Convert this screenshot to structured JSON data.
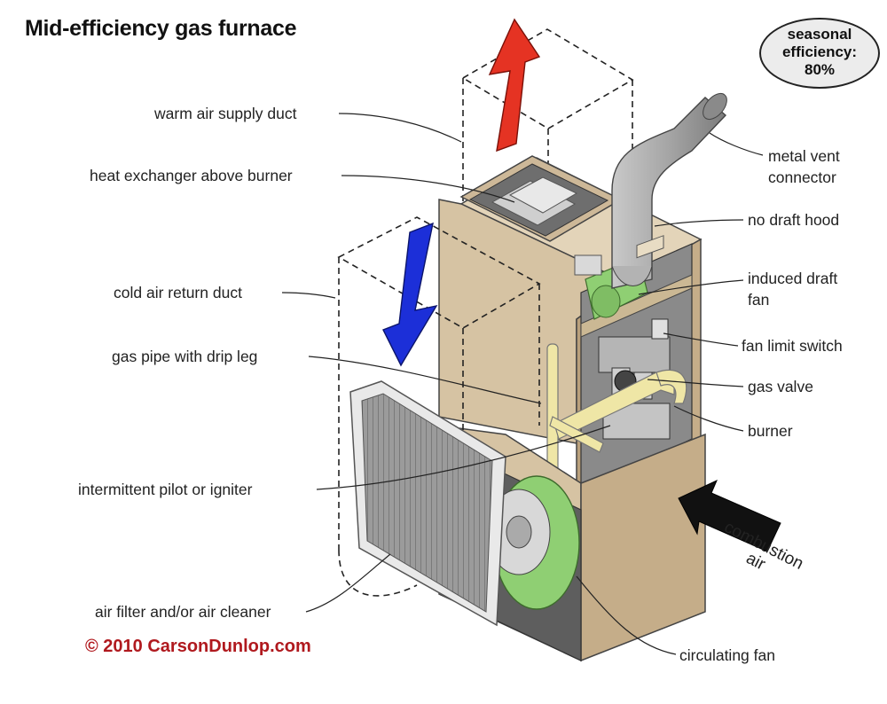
{
  "title": "Mid-efficiency gas furnace",
  "badge": {
    "line1": "seasonal",
    "line2": "efficiency:",
    "line3": "80%"
  },
  "copyright": "© 2010 CarsonDunlop.com",
  "labels": {
    "warm_air_supply_duct": "warm air supply duct",
    "heat_exchanger": "heat exchanger above burner",
    "cold_air_return_duct": "cold air return duct",
    "gas_pipe": "gas pipe with drip leg",
    "intermittent_pilot": "intermittent pilot or igniter",
    "air_filter": "air filter and/or air cleaner",
    "metal_vent_line1": "metal vent",
    "metal_vent_line2": "connector",
    "no_draft_hood": "no draft hood",
    "induced_draft_line1": "induced draft",
    "induced_draft_line2": "fan",
    "fan_limit_switch": "fan limit switch",
    "gas_valve": "gas valve",
    "burner": "burner",
    "circulating_fan": "circulating fan",
    "combustion_line1": "combustion",
    "combustion_line2": "air"
  },
  "colors": {
    "cabinet_front": "#d6c3a3",
    "cabinet_side": "#c5ad89",
    "cabinet_top": "#e3d4b9",
    "fan_green": "#8fcf73",
    "pipe_yellow": "#efe6a6",
    "warm_arrow": "#e53323",
    "cold_arrow": "#1c2fd8",
    "vent_gray": "#9a9a9a",
    "copyright_red": "#b0191e"
  }
}
